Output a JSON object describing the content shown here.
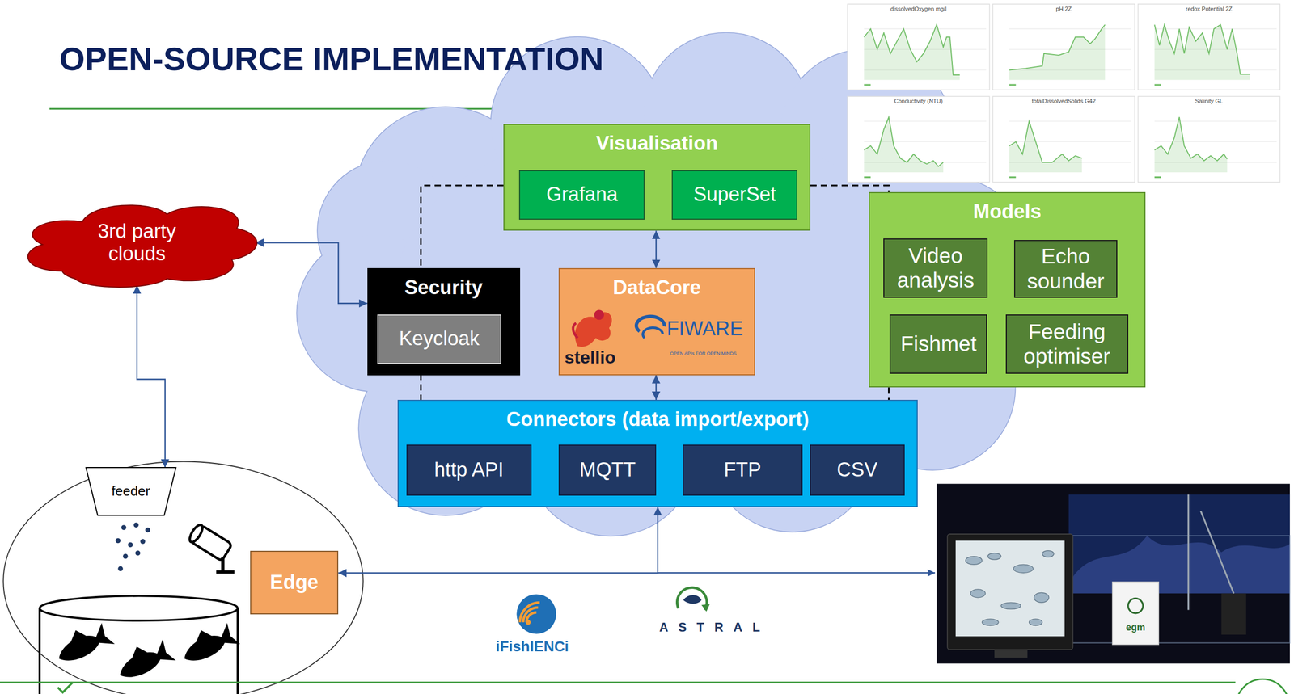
{
  "diagram": {
    "title": "OPEN-SOURCE IMPLEMENTATION",
    "nodes": [
      {
        "text": [
          "3rd party clouds"
        ]
      },
      {
        "text": [
          "Visualisation"
        ]
      },
      {
        "text": [
          "Grafana"
        ],
        "in": 1
      },
      {
        "text": [
          "SuperSet"
        ],
        "in": 1
      },
      {
        "text": [
          "Security"
        ]
      },
      {
        "text": [
          "Keycloak"
        ],
        "in": 4
      },
      {
        "text": [
          "DataCore"
        ]
      },
      {
        "text": [
          "Models"
        ]
      },
      {
        "text": [
          "Video analysis"
        ],
        "in": 7
      },
      {
        "text": [
          "Echo sounder"
        ],
        "in": 7
      },
      {
        "text": [
          "Fishmet"
        ],
        "in": 7
      },
      {
        "text": [
          "Feeding optimiser"
        ],
        "in": 7
      },
      {
        "text": [
          "Connectors (data import/export)"
        ]
      },
      {
        "text": [
          "http API"
        ],
        "in": 12
      },
      {
        "text": [
          "MQTT"
        ],
        "in": 12
      },
      {
        "text": [
          "FTP"
        ],
        "in": 12
      },
      {
        "text": [
          "CSV"
        ],
        "in": 12
      },
      {
        "text": [
          "feeder"
        ]
      },
      {
        "text": [
          "Edge"
        ]
      }
    ],
    "edges": [
      {
        "from": 0,
        "to": 4,
        "arrow": "both"
      },
      {
        "from": 0,
        "to": 17,
        "arrow": "both"
      },
      {
        "from": 1,
        "to": 6,
        "arrow": "both"
      },
      {
        "from": 6,
        "to": 12,
        "arrow": "both"
      },
      {
        "from": 18,
        "to": 12,
        "arrow": "both"
      },
      {
        "from": 1,
        "to": 12,
        "arrow": "none"
      },
      {
        "from": 1,
        "to": 7,
        "arrow": "none"
      },
      {
        "from": 7,
        "to": 12,
        "arrow": "none"
      }
    ],
    "labels": [
      "stellio",
      "FIWARE",
      "OPEN APIs FOR OPEN MINDS",
      "dissolvedOxygen mg/l",
      "pH 2Z",
      "redox Potential 2Z",
      "Conductivity (NTU)",
      "totalDissolvedSolids G42",
      "Salinity GL",
      "iFishIENCi",
      "ASTRAL",
      "egm"
    ]
  }
}
